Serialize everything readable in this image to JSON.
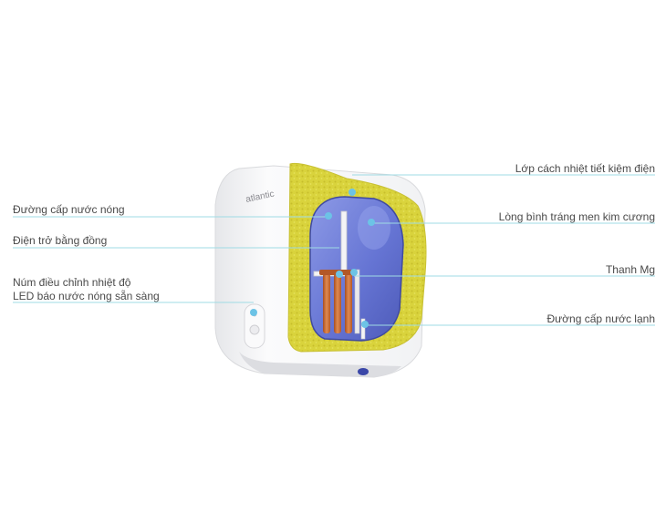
{
  "brand": "atlantic",
  "colors": {
    "leader_line": "#9fdbe4",
    "callout_dot": "#6cc3e6",
    "insulation": "#d8d23a",
    "tank": "#6b79d6",
    "heating_element": "#c9632e",
    "body": "#f4f4f6"
  },
  "labels_left": [
    {
      "text": "Đường cấp nước nóng"
    },
    {
      "text": "Điện trở bằng đồng"
    },
    {
      "text": "Núm điều chỉnh nhiệt độ"
    },
    {
      "text": "LED báo nước nóng sẵn sàng"
    }
  ],
  "labels_right": [
    {
      "text": "Lớp cách nhiệt tiết kiệm điện"
    },
    {
      "text": "Lòng bình tráng men kim cương"
    },
    {
      "text": "Thanh Mg"
    },
    {
      "text": "Đường cấp nước lạnh"
    }
  ]
}
